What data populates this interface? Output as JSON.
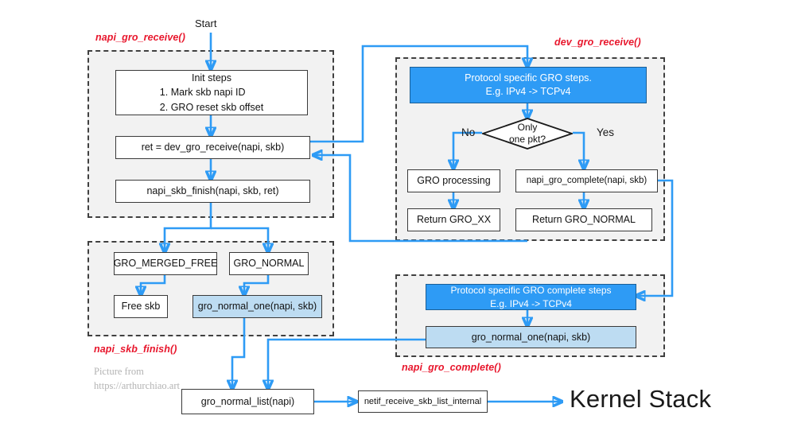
{
  "title": "Linux kernel GRO (Generic Receive Offload) flow",
  "colors": {
    "arrow_blue": "#2e9bf5",
    "box_blue_fill": "#2e9bf5",
    "box_lightblue_fill": "#bddcf2",
    "group_fill": "#f2f2f2",
    "group_border": "#404040",
    "label_red": "#e8162c",
    "attribution_gray": "#b3b3b3"
  },
  "labels": {
    "start": "Start",
    "kernel_stack": "Kernel Stack",
    "branch_no": "No",
    "branch_yes": "Yes"
  },
  "groups": {
    "napi_gro_receive": "napi_gro_receive()",
    "napi_skb_finish": "napi_skb_finish()",
    "dev_gro_receive": "dev_gro_receive()",
    "napi_gro_complete": "napi_gro_complete()"
  },
  "nodes": {
    "init_steps": {
      "heading": "Init steps",
      "items": [
        "1.   Mark skb napi ID",
        "2.   GRO reset skb offset"
      ]
    },
    "dev_gro_receive_call": "ret = dev_gro_receive(napi, skb)",
    "napi_skb_finish_call": "napi_skb_finish(napi, skb, ret)",
    "gro_merged_free": "GRO_MERGED_FREE",
    "gro_normal": "GRO_NORMAL",
    "free_skb": "Free skb",
    "gro_normal_one_left": "gro_normal_one(napi, skb)",
    "protocol_gro_steps_line1": "Protocol specific GRO steps.",
    "protocol_gro_steps_line2": "E.g. IPv4 -> TCPv4",
    "decision_line1": "Only",
    "decision_line2": "one pkt?",
    "gro_processing": "GRO processing",
    "napi_gro_complete_call": "napi_gro_complete(napi, skb)",
    "return_gro_xx": "Return GRO_XX",
    "return_gro_normal": "Return GRO_NORMAL",
    "protocol_gro_complete_line1": "Protocol specific GRO complete steps",
    "protocol_gro_complete_line2": "E.g. IPv4 -> TCPv4",
    "gro_normal_one_right": "gro_normal_one(napi, skb)",
    "gro_normal_list": "gro_normal_list(napi)",
    "netif_receive": "netif_receive_skb_list_internal"
  },
  "attribution": {
    "line1": "Picture from",
    "line2": "https://arthurchiao.art"
  }
}
